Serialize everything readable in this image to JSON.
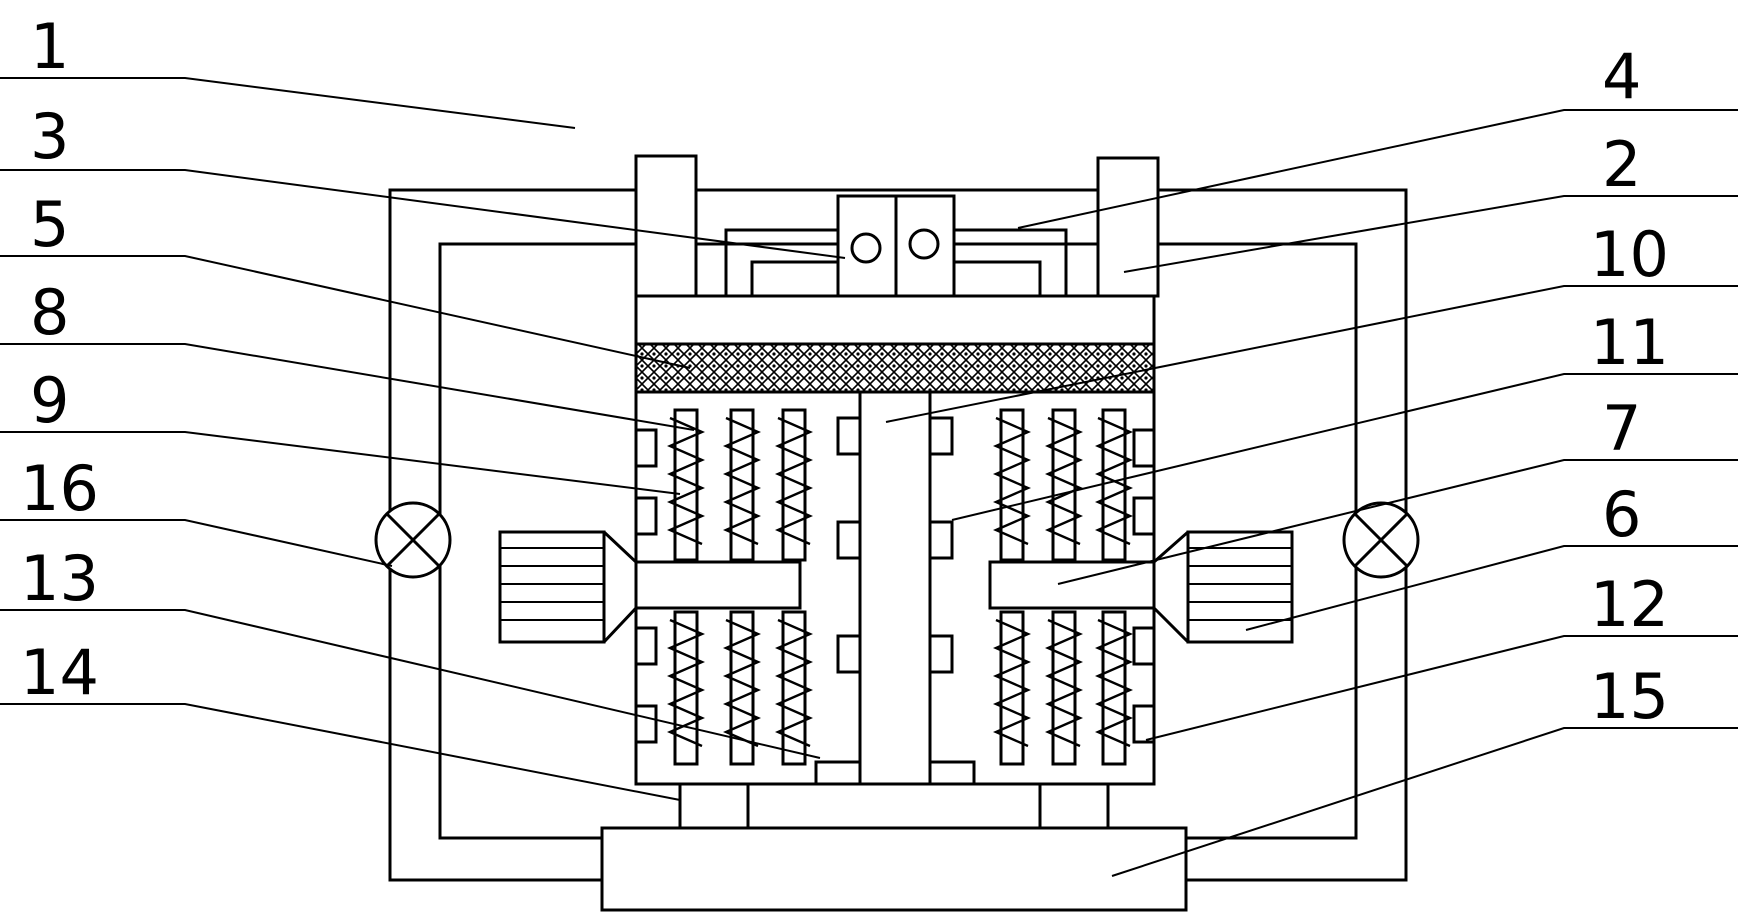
{
  "labels": {
    "left": [
      "1",
      "3",
      "5",
      "8",
      "9",
      "16",
      "13",
      "14"
    ],
    "right": [
      "4",
      "2",
      "10",
      "11",
      "7",
      "6",
      "12",
      "15"
    ]
  }
}
